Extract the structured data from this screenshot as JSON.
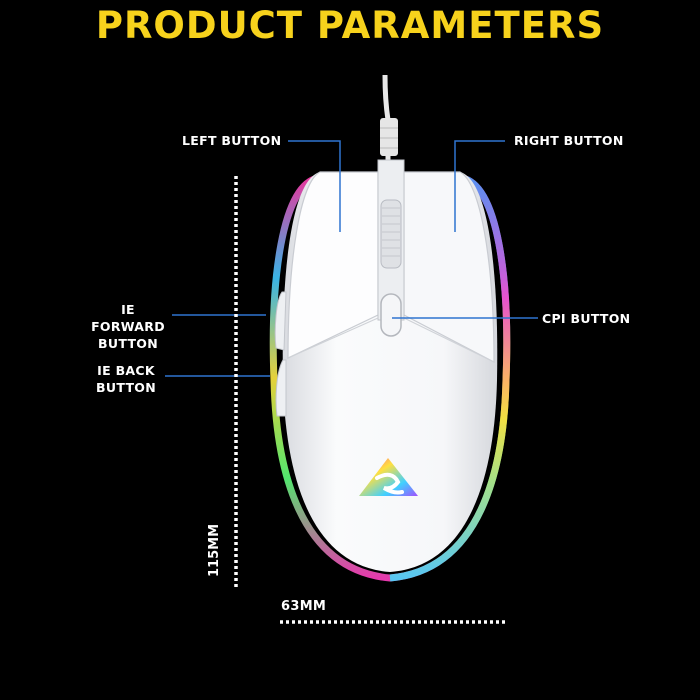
{
  "title": "PRODUCT PARAMETERS",
  "labels": {
    "left_button": "LEFT BUTTON",
    "right_button": "RIGHT BUTTON",
    "ie_forward_line1": "IE FORWARD",
    "ie_forward_line2": "BUTTON",
    "ie_back_line1": "IE BACK",
    "ie_back_line2": "BUTTON",
    "cpi_button": "CPI BUTTON"
  },
  "dimensions": {
    "length": "115MM",
    "width": "63MM"
  },
  "colors": {
    "background": "#000000",
    "title": "#f7d21c",
    "callout_line": "#2f74d0",
    "mouse_body": "#f4f5f7"
  },
  "icons": [
    "mouse-image",
    "brand-logo-icon"
  ]
}
